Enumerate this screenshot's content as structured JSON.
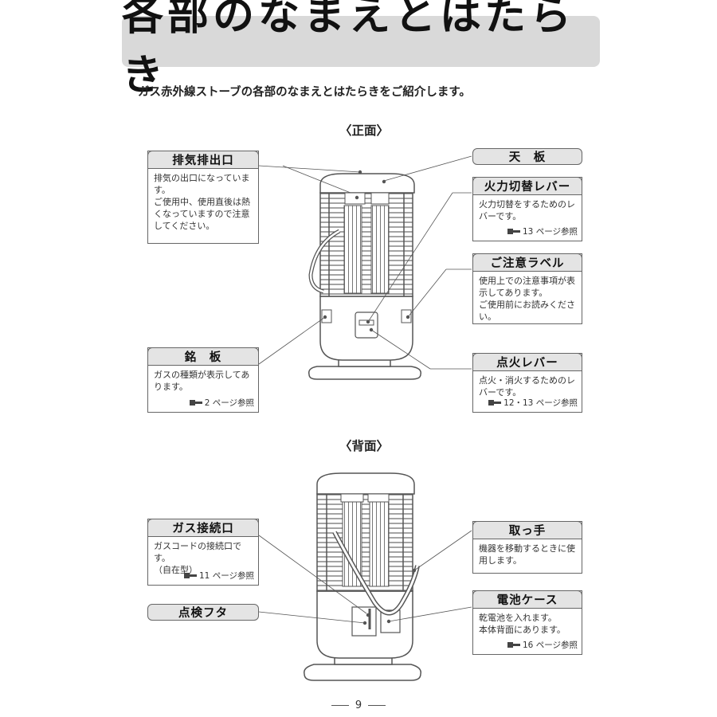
{
  "page": {
    "title": "各部のなまえとはたらき",
    "intro": "ガス赤外線ストーブの各部のなまえとはたらきをご紹介します。",
    "page_number": "9"
  },
  "front": {
    "label": "〈正面〉",
    "callouts": {
      "exhaust": {
        "title": "排気排出口",
        "text": "排気の出口になっています。\nご使用中、使用直後は熱くなっていますので注意してください。"
      },
      "top_plate": {
        "title": "天　板"
      },
      "fire_lever": {
        "title": "火力切替レバー",
        "text": "火力切替をするためのレバーです。",
        "ref": "13 ページ参照"
      },
      "caution_label": {
        "title": "ご注意ラベル",
        "text": "使用上での注意事項が表示してあります。\nご使用前にお読みください。"
      },
      "nameplate": {
        "title": "銘　板",
        "text": "ガスの種類が表示してあります。",
        "ref": "2 ページ参照"
      },
      "ignition_lever": {
        "title": "点火レバー",
        "text": "点火・消火するためのレバーです。",
        "ref": "12・13 ページ参照"
      }
    }
  },
  "back": {
    "label": "〈背面〉",
    "callouts": {
      "gas_inlet": {
        "title": "ガス接続口",
        "text": "ガスコードの接続口です。\n（自在型）",
        "ref": "11 ページ参照"
      },
      "inspection_lid": {
        "title": "点検フタ"
      },
      "handle": {
        "title": "取っ手",
        "text": "機器を移動するときに使用します。"
      },
      "battery_case": {
        "title": "電池ケース",
        "text": "乾電池を入れます。\n本体背面にあります。",
        "ref": "16 ページ参照"
      }
    }
  },
  "icons": {
    "reference": "pointing-hand-icon"
  },
  "colors": {
    "title_bg": "#d9d9d9",
    "header_bg": "#e4e4e4",
    "line": "#555555"
  }
}
